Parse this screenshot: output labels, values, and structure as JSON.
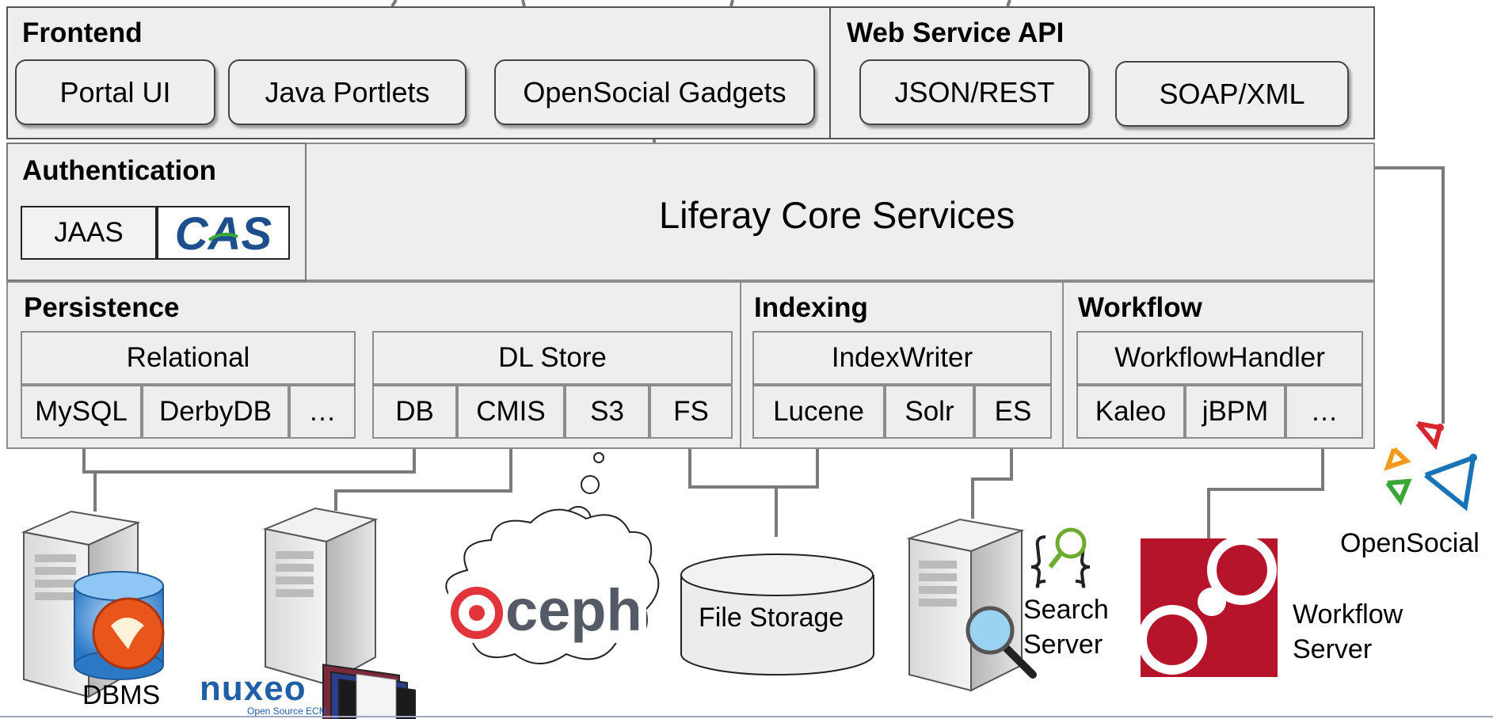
{
  "frontend": {
    "title": "Frontend",
    "items": [
      "Portal UI",
      "Java Portlets",
      "OpenSocial Gadgets"
    ]
  },
  "web_service_api": {
    "title": "Web Service API",
    "items": [
      "JSON/REST",
      "SOAP/XML"
    ]
  },
  "authentication": {
    "title": "Authentication",
    "jaas": "JAAS",
    "cas_logo": "CAS"
  },
  "core": {
    "label": "Liferay Core Services"
  },
  "persistence": {
    "title": "Persistence",
    "relational": {
      "label": "Relational",
      "items": [
        "MySQL",
        "DerbyDB",
        "…"
      ]
    },
    "dl_store": {
      "label": "DL Store",
      "items": [
        "DB",
        "CMIS",
        "S3",
        "FS"
      ]
    }
  },
  "indexing": {
    "title": "Indexing",
    "index_writer": {
      "label": "IndexWriter",
      "items": [
        "Lucene",
        "Solr",
        "ES"
      ]
    }
  },
  "workflow": {
    "title": "Workflow",
    "handler": {
      "label": "WorkflowHandler",
      "items": [
        "Kaleo",
        "jBPM",
        "…"
      ]
    }
  },
  "external": {
    "dbms": "DBMS",
    "nuxeo_logo": "nuxeo",
    "nuxeo_tagline": "Open Source ECM",
    "ceph_logo": "ceph",
    "file_storage": "File Storage",
    "search_server": "Search\nServer",
    "workflow_server": "Workflow\nServer",
    "opensocial": "OpenSocial"
  },
  "colors": {
    "panel_bg": "#eeeeee",
    "panel_border": "#8c8c8c",
    "connector": "#7a7a7a",
    "cas_blue": "#1d4f8c",
    "ceph_red": "#e2343b",
    "nuxeo_blue": "#1f5fa8",
    "workflow_red": "#b5142b",
    "opensocial_orange": "#f39a1e",
    "opensocial_red": "#d8262e",
    "opensocial_green": "#3aa635",
    "opensocial_blue": "#1b73b7"
  }
}
